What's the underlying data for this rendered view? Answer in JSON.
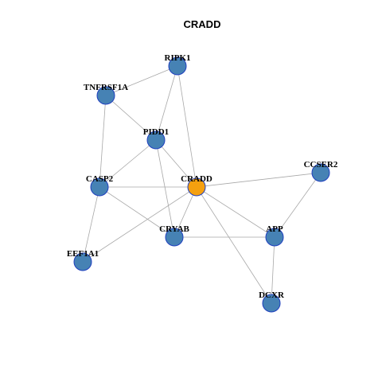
{
  "title": "CRADD",
  "colors": {
    "hub": "#F5A00F",
    "node": "#4682B4",
    "node_border": "#1F3FBF",
    "edge": "#A8A8A8"
  },
  "nodes": [
    {
      "id": "RIPK1",
      "label": "RIPK1",
      "hub": false
    },
    {
      "id": "TNFRSF1A",
      "label": "TNFRSF1A",
      "hub": false
    },
    {
      "id": "PIDD1",
      "label": "PIDD1",
      "hub": false
    },
    {
      "id": "CASP2",
      "label": "CASP2",
      "hub": false
    },
    {
      "id": "CRADD",
      "label": "CRADD",
      "hub": true
    },
    {
      "id": "CCSER2",
      "label": "CCSER2",
      "hub": false
    },
    {
      "id": "CRYAB",
      "label": "CRYAB",
      "hub": false
    },
    {
      "id": "APP",
      "label": "APP",
      "hub": false
    },
    {
      "id": "EEF1A1",
      "label": "EEF1A1",
      "hub": false
    },
    {
      "id": "DCXR",
      "label": "DCXR",
      "hub": false
    }
  ],
  "edges": [
    [
      "RIPK1",
      "TNFRSF1A"
    ],
    [
      "RIPK1",
      "PIDD1"
    ],
    [
      "RIPK1",
      "CRADD"
    ],
    [
      "TNFRSF1A",
      "PIDD1"
    ],
    [
      "TNFRSF1A",
      "CASP2"
    ],
    [
      "PIDD1",
      "CASP2"
    ],
    [
      "PIDD1",
      "CRADD"
    ],
    [
      "PIDD1",
      "CRYAB"
    ],
    [
      "CASP2",
      "CRADD"
    ],
    [
      "CASP2",
      "CRYAB"
    ],
    [
      "CASP2",
      "EEF1A1"
    ],
    [
      "CRADD",
      "CCSER2"
    ],
    [
      "CRADD",
      "APP"
    ],
    [
      "CRADD",
      "CRYAB"
    ],
    [
      "CRADD",
      "DCXR"
    ],
    [
      "CRADD",
      "EEF1A1"
    ],
    [
      "CCSER2",
      "APP"
    ],
    [
      "CRYAB",
      "APP"
    ],
    [
      "APP",
      "DCXR"
    ]
  ]
}
